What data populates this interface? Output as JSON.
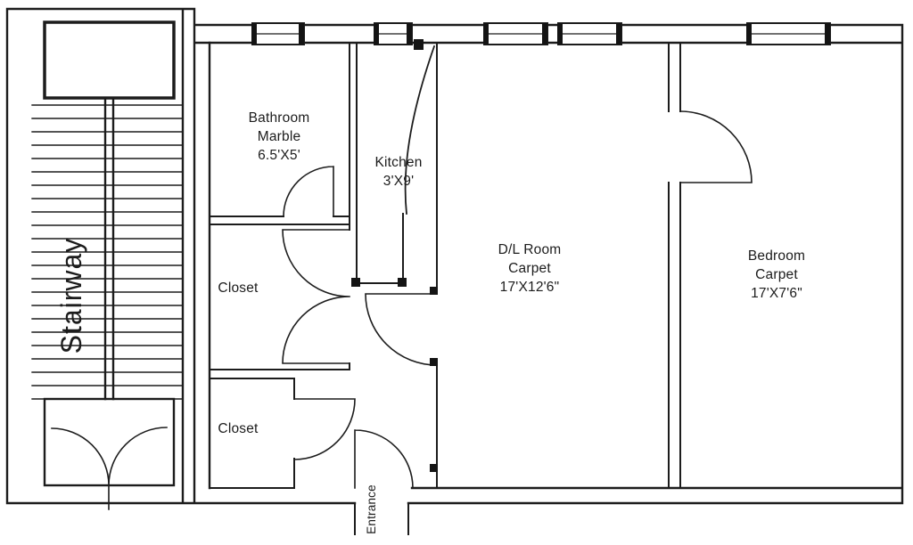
{
  "plan": {
    "stairway": {
      "label": "Stairway"
    },
    "bathroom": {
      "name": "Bathroom",
      "floor": "Marble",
      "dims": "6.5'X5'"
    },
    "kitchen": {
      "name": "Kitchen",
      "dims": "3'X9'"
    },
    "dl_room": {
      "name": "D/L Room",
      "floor": "Carpet",
      "dims": "17'X12'6\""
    },
    "bedroom": {
      "name": "Bedroom",
      "floor": "Carpet",
      "dims": "17'X7'6\""
    },
    "closet_upper": {
      "name": "Closet"
    },
    "closet_lower": {
      "name": "Closet"
    },
    "entrance": {
      "label": "Entrance"
    }
  },
  "colors": {
    "wall": "#1c1c1c",
    "background": "#ffffff"
  }
}
